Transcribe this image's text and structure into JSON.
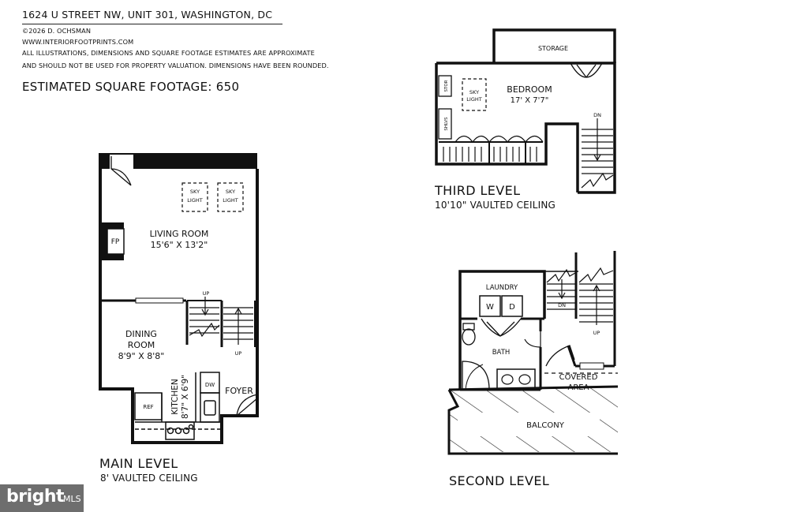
{
  "header": {
    "address": "1624 U STREET NW, UNIT 301, WASHINGTON, DC",
    "copyright": "©2026 D. OCHSMAN",
    "website": "WWW.INTERIORFOOTPRINTS.COM",
    "disclaimer_1": "ALL ILLUSTRATIONS, DIMENSIONS AND SQUARE FOOTAGE ESTIMATES ARE APPROXIMATE",
    "disclaimer_2": "AND  SHOULD NOT BE USED FOR PROPERTY VALUATION. DIMENSIONS HAVE BEEN ROUNDED.",
    "square_footage": "ESTIMATED SQUARE FOOTAGE: 650"
  },
  "main_level": {
    "title": "MAIN LEVEL",
    "ceiling": "8' VAULTED CEILING",
    "living_room": "LIVING ROOM",
    "living_room_dims": "15'6\" X 13'2\"",
    "dining_1": "DINING",
    "dining_2": "ROOM",
    "dining_dims": "8'9\" X 8'8\"",
    "kitchen": "KITCHEN",
    "kitchen_dims": "8'7\" X 6'9\"",
    "foyer": "FOYER",
    "fireplace": "FP",
    "refrigerator": "REF",
    "dishwasher": "DW",
    "sky": "SKY",
    "light": "LIGHT",
    "up": "UP"
  },
  "third_level": {
    "title": "THIRD LEVEL",
    "ceiling": "10'10\" VAULTED CEILING",
    "storage": "STORAGE",
    "bedroom": "BEDROOM",
    "bedroom_dims": "17' X 7'7\"",
    "stor": "STOR",
    "shelves": "SHLVS",
    "sky": "SKY",
    "light": "LIGHT",
    "dn": "DN"
  },
  "second_level": {
    "title": "SECOND LEVEL",
    "laundry": "LAUNDRY",
    "washer": "W",
    "dryer": "D",
    "bath": "BATH",
    "covered_1": "COVERED",
    "covered_2": "AREA",
    "balcony": "BALCONY",
    "dn": "DN",
    "up": "UP"
  },
  "watermark": {
    "brand": "bright",
    "suffix": "MLS"
  },
  "colors": {
    "wall": "#111111",
    "watermark_bg": "#6e6e6e"
  }
}
